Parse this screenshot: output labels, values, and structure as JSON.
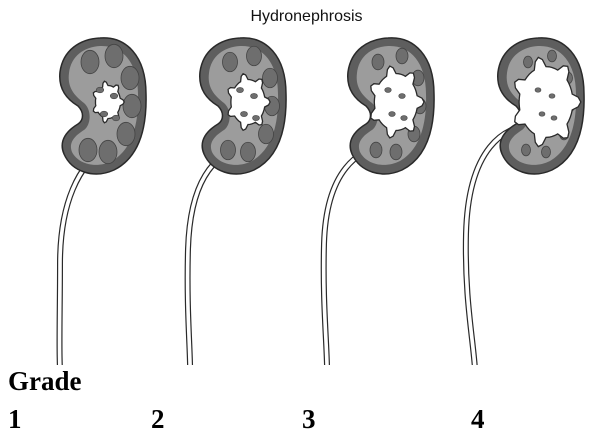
{
  "title": "Hydronephrosis",
  "grade_label": "Grade",
  "grades": [
    "1",
    "2",
    "3",
    "4"
  ],
  "colors": {
    "cortex": "#9c9c9c",
    "cortex_dark": "#5e5e5e",
    "medulla": "#6e6e6e",
    "pelvis": "#ffffff",
    "outline": "#2a2a2a"
  }
}
